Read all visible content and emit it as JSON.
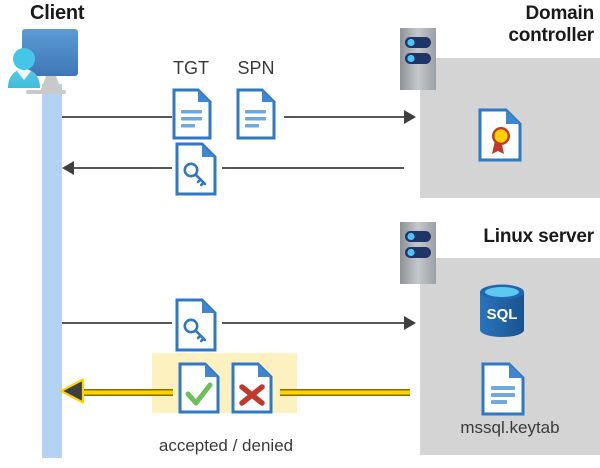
{
  "diagram": {
    "title_client": "Client",
    "title_domain_controller": "Domain\ncontroller",
    "title_domain_controller_line1": "Domain",
    "title_domain_controller_line2": "controller",
    "title_linux_server": "Linux server",
    "label_tgt": "TGT",
    "label_spn": "SPN",
    "label_keytab": "mssql.keytab",
    "label_result": "accepted / denied",
    "label_sql": "SQL"
  },
  "icons": {
    "client": "user-computer-icon",
    "dc_server": "server-rack-icon",
    "linux_server": "server-rack-icon",
    "certificate": "certificate-document-icon",
    "database": "sql-database-icon",
    "keytab": "text-document-icon",
    "tgt_doc": "text-document-icon",
    "spn_doc": "text-document-icon",
    "ticket_key": "key-document-icon",
    "request_key": "key-document-icon",
    "accepted": "check-document-icon",
    "denied": "cross-document-icon"
  },
  "colors": {
    "panel_grey": "#d4d4d4",
    "lifeline_blue": "#b4d3f2",
    "highlight_yellow": "#fdf1c0",
    "gold_arrow": "#ffd400",
    "gold_arrow_edge": "#8a6d00",
    "arrow_grey": "#575757",
    "doc_border_blue": "#2f78c4",
    "doc_fold_blue": "#3f85cf",
    "accent_green": "#6cbf5a",
    "accent_red": "#c0392b",
    "sql_blue": "#1f67b0",
    "cert_gold": "#ffd100",
    "cert_red": "#c0392b",
    "title_black": "#1a1a1a"
  },
  "flows": [
    {
      "name": "client-to-dc-request",
      "direction": "right",
      "payload": [
        "TGT",
        "SPN"
      ]
    },
    {
      "name": "dc-to-client-ticket",
      "direction": "left",
      "payload": [
        "service ticket"
      ]
    },
    {
      "name": "client-to-linux-request",
      "direction": "right",
      "payload": [
        "service ticket"
      ]
    },
    {
      "name": "linux-to-client-result",
      "direction": "left",
      "payload": [
        "accepted / denied"
      ]
    }
  ]
}
